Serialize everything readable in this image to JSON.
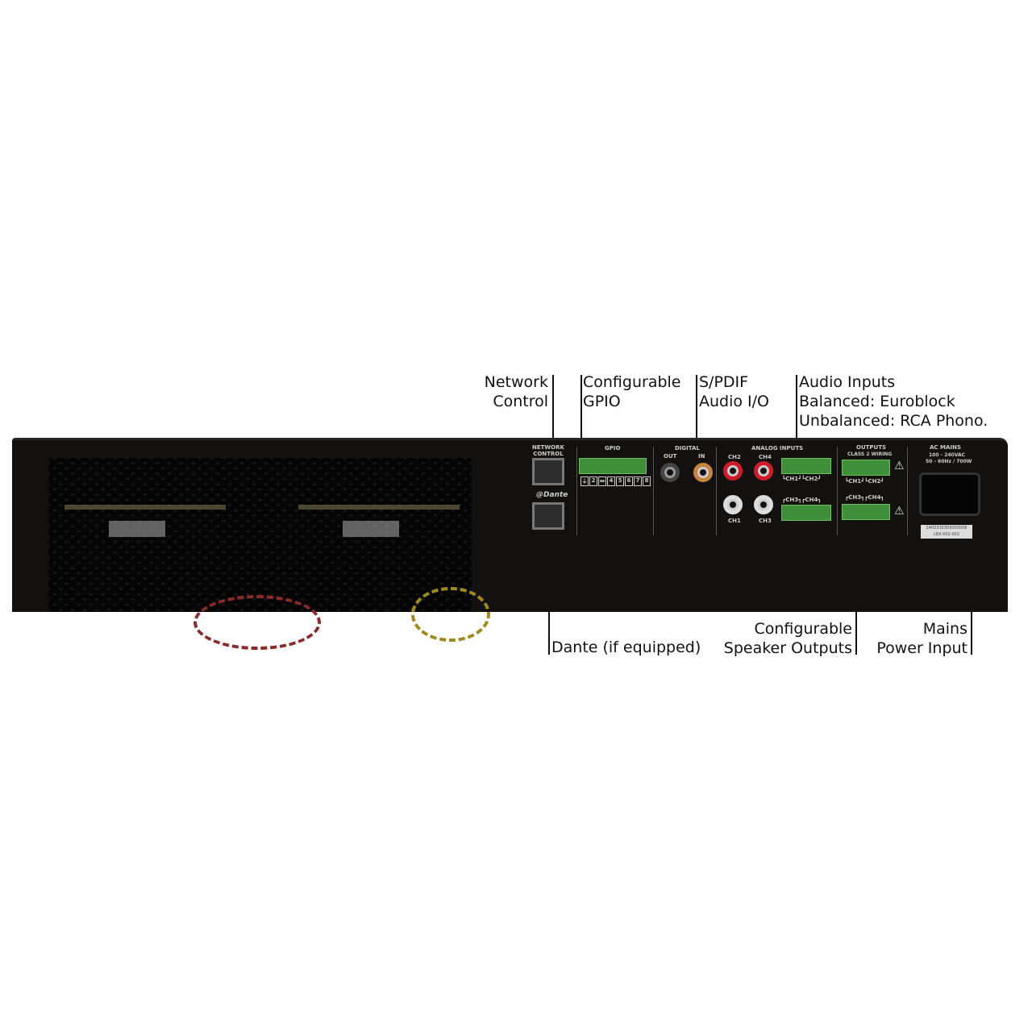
{
  "callouts": {
    "network_control": [
      "Network",
      "Control"
    ],
    "gpio": [
      "Configurable",
      "GPIO"
    ],
    "spdif": [
      "S/PDIF",
      "Audio I/O"
    ],
    "audio_inputs": [
      "Audio Inputs",
      "Balanced: Euroblock",
      "Unbalanced: RCA Phono."
    ],
    "dante": "Dante (if equipped)",
    "speaker_outputs": [
      "Configurable",
      "Speaker  Outputs"
    ],
    "mains": [
      "Mains",
      "Power Input"
    ]
  },
  "panel": {
    "network": [
      "NETWORK",
      "CONTROL"
    ],
    "dante_logo": "@Dante",
    "gpio": "GPIO",
    "gpio_pins": [
      "⏚",
      "2",
      "⏛",
      "4",
      "5",
      "6",
      "7",
      "8"
    ],
    "digital": "DIGITAL",
    "digital_out": "OUT",
    "digital_in": "IN",
    "analog_inputs": "ANALOG INPUTS",
    "ch2": "CH2",
    "ch4": "CH4",
    "ch1": "CH1",
    "ch3": "CH3",
    "in_top_row": "┗CH1┛┗CH2┛",
    "in_bottom_row": "┏CH3┓┏CH4┓",
    "outputs": "OUTPUTS",
    "class2": "CLASS 2 WIRING",
    "out_top_row": "┗CH1┛┗CH2┛",
    "out_bottom_row": "┏CH3┓┏CH4┓",
    "ac_mains": "AC MAINS",
    "voltage": "100 - 240VAC",
    "freq_power": "50 - 60Hz / 700W",
    "sticker_lines": [
      "2400330303000008",
      "LBX-002-002"
    ]
  }
}
